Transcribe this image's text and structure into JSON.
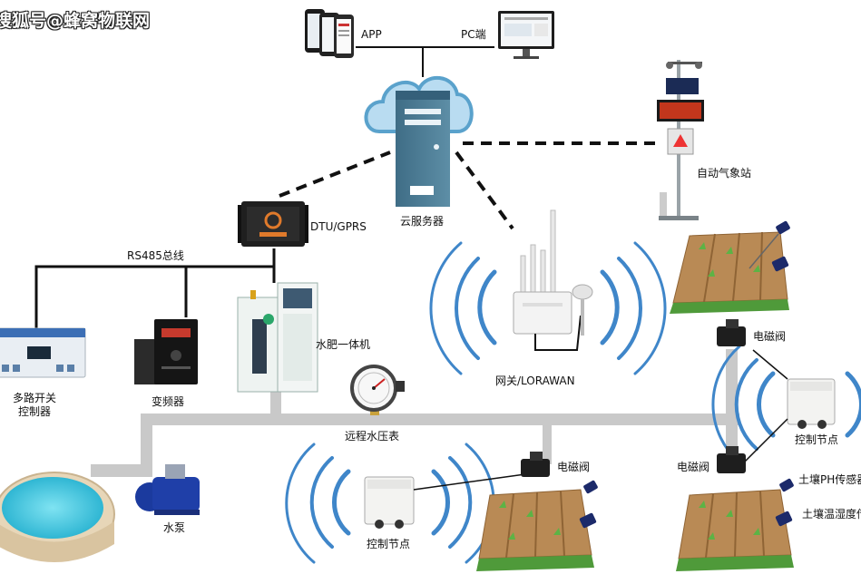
{
  "watermark": "搜狐号@蜂窝物联网",
  "labels": {
    "app": "APP",
    "pc": "PC端",
    "cloud_server": "云服务器",
    "weather_station": "自动气象站",
    "dtu": "DTU/GPRS",
    "rs485": "RS485总线",
    "gateway": "网关/LORAWAN",
    "multi_switch_line1": "多路开关",
    "multi_switch_line2": "控制器",
    "inverter": "变频器",
    "fertigation": "水肥一体机",
    "pressure_gauge": "远程水压表",
    "pump": "水泵",
    "control_node_center": "控制节点",
    "control_node_right": "控制节点",
    "valve_center": "电磁阀",
    "valve_right_top": "电磁阀",
    "valve_right_bottom": "电磁阀",
    "soil_ph_sensor": "土壤PH传感器",
    "soil_temp_humidity_sensor": "土壤温湿度传感器"
  },
  "colors": {
    "pipe": "#c9c9c9",
    "wave": "#3f86c9",
    "cloud": "#b9dcf1",
    "server": "#4c7b93",
    "soil": "#b98a55",
    "grass": "#4f9a3a",
    "water": "#35c3dc",
    "pump": "#1f3fa8"
  }
}
